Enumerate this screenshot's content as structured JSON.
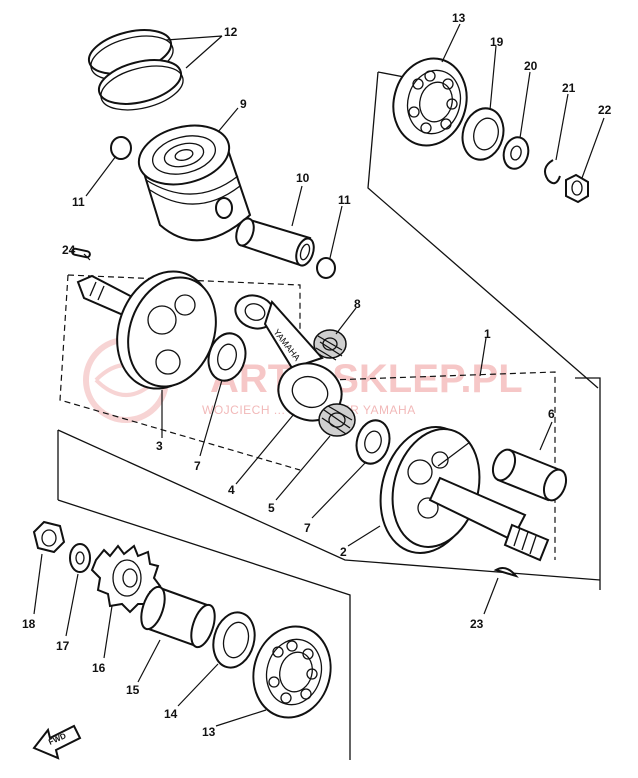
{
  "watermark": {
    "main": "ARTS-SKLEP.PL",
    "sub": "WOJCIECH ... Z | DEALER YAMAHA"
  },
  "rod_marking": "YAMAHA",
  "fwd_arrow": "FWD",
  "callouts": {
    "c1": "1",
    "c2": "2",
    "c3": "3",
    "c4": "4",
    "c5": "5",
    "c6": "6",
    "c7a": "7",
    "c7b": "7",
    "c8": "8",
    "c9": "9",
    "c10": "10",
    "c11a": "11",
    "c11b": "11",
    "c12": "12",
    "c13a": "13",
    "c13b": "13",
    "c14": "14",
    "c15": "15",
    "c16": "16",
    "c17": "17",
    "c18": "18",
    "c19": "19",
    "c20": "20",
    "c21": "21",
    "c22": "22",
    "c23": "23",
    "c24": "24"
  }
}
